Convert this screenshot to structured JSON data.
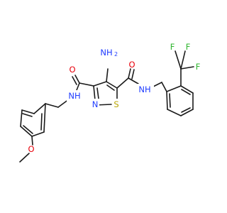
{
  "colors": {
    "bond": "#1a1a1a",
    "carbon": "#1a1a1a",
    "oxygen": "#e8000b",
    "nitrogen": "#1f3cff",
    "sulfur": "#b8a400",
    "fluorine": "#2fb52f"
  },
  "atoms": {
    "nh2_top": "NH",
    "nh2_sub": "2",
    "o_amide_left": "O",
    "o_amide_right": "O",
    "nh_left": "NH",
    "nh_right": "NH",
    "n_ring": "N",
    "s_ring": "S",
    "f_top_left": "F",
    "f_top_right": "F",
    "f_right": "F",
    "o_methoxy": "O"
  }
}
